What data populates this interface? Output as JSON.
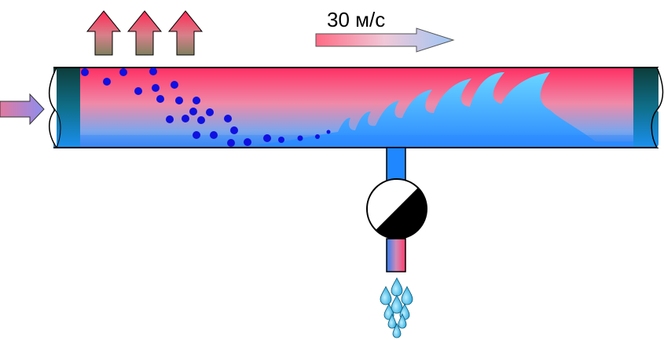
{
  "speed": {
    "label": "30 м/с"
  },
  "colors": {
    "hot": "#ff3d6e",
    "cool": "#6aa8f0",
    "water": "#1f87ff",
    "wave_light": "#6fd3ff",
    "droplet": "#1fa9e6",
    "dots": "#1010e0",
    "pipe_end": "#0e4a4a",
    "valve_dark": "#000000",
    "arrow_grey": "#8a8a7a"
  },
  "icons": {
    "heat_arrows": "up-arrow-icon",
    "flow_arrow": "right-arrow-icon",
    "valve": "valve-icon",
    "drips": "water-drop-icon"
  },
  "counts": {
    "heat_arrows": 3,
    "drip_drops": 9
  }
}
